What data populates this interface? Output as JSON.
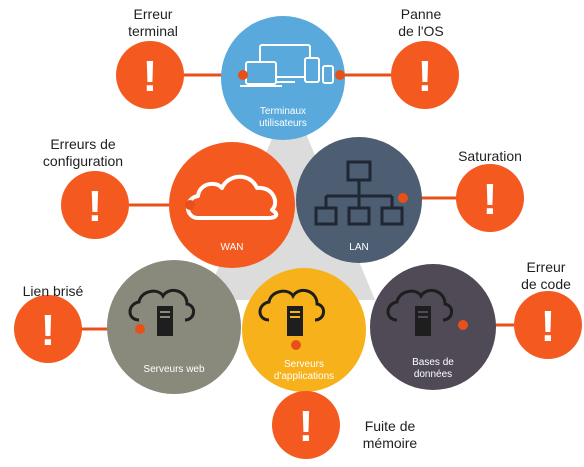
{
  "nodes": {
    "terminaux": {
      "label": "Terminaux\nutilisateurs",
      "color": "#5aa9dc",
      "icon": "devices-icon"
    },
    "wan": {
      "label": "WAN",
      "color": "#f45a1f",
      "icon": "cloud-icon"
    },
    "lan": {
      "label": "LAN",
      "color": "#4d5d72",
      "icon": "network-topology-icon"
    },
    "serveurs_web": {
      "label": "Serveurs web",
      "color": "#8a8a7c",
      "icon": "cloud-server-icon"
    },
    "serveurs_app": {
      "label": "Serveurs\nd'applications",
      "color": "#f7b21b",
      "icon": "cloud-server-icon"
    },
    "bases_donnees": {
      "label": "Bases de\ndonnées",
      "color": "#4f4a55",
      "icon": "cloud-server-icon"
    }
  },
  "issues": {
    "erreur_terminal": {
      "label": "Erreur\nterminal"
    },
    "panne_os": {
      "label": "Panne\nde l'OS"
    },
    "erreurs_config": {
      "label": "Erreurs de\nconfiguration"
    },
    "saturation": {
      "label": "Saturation"
    },
    "lien_brise": {
      "label": "Lien brisé"
    },
    "erreur_code": {
      "label": "Erreur\nde code"
    },
    "fuite_memoire": {
      "label": "Fuite de\nmémoire"
    }
  },
  "alert_symbol": "!",
  "colors": {
    "alert": "#f45a1f",
    "connector": "#e8501a",
    "hub": "#dcdcdc",
    "label_text": "#1f1f1f"
  }
}
